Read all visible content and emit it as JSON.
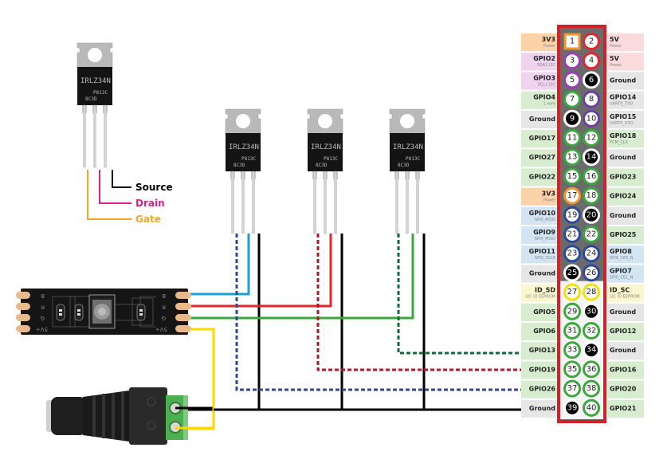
{
  "legend": {
    "source": {
      "label": "Source",
      "color": "#000000"
    },
    "drain": {
      "label": "Drain",
      "color": "#e0218a"
    },
    "gate": {
      "label": "Gate",
      "color": "#f5a623"
    }
  },
  "mosfet": {
    "part": "IRLZ34N",
    "code1": "P813C",
    "code2": "8C3D"
  },
  "mosfets": [
    {
      "id": "reference",
      "role": "pinout reference"
    },
    {
      "id": "blue-channel",
      "gate_color": "#2b4a9a",
      "drain_color": "#1aa0d8",
      "source_color": "#000000"
    },
    {
      "id": "red-channel",
      "gate_color": "#b0182a",
      "drain_color": "#e3262d",
      "source_color": "#000000"
    },
    {
      "id": "green-channel",
      "gate_color": "#0c6b36",
      "drain_color": "#3aa83c",
      "source_color": "#000000"
    }
  ],
  "led_strip": {
    "pads_left": [
      "B",
      "R",
      "G",
      "5V+"
    ],
    "pads_right": [
      "B",
      "R",
      "G",
      "5V+"
    ]
  },
  "wires": {
    "blue": "#1aa0d8",
    "red": "#e3262d",
    "green": "#3aa83c",
    "power": "#ffd700",
    "ground": "#000000",
    "gate_blue": "#2b4a9a",
    "gate_red": "#b0182a",
    "gate_green": "#0c6b36"
  },
  "connections": [
    {
      "from": "GPIO13",
      "pin": 33,
      "to": "green-channel gate"
    },
    {
      "from": "GPIO19",
      "pin": 35,
      "to": "red-channel gate"
    },
    {
      "from": "GPIO26",
      "pin": 37,
      "to": "blue-channel gate"
    },
    {
      "from": "Ground",
      "pin": 39,
      "to": "common ground"
    }
  ],
  "header": {
    "border_color": "#d42027",
    "rows": [
      {
        "left": {
          "name": "3V3",
          "sub": "Power",
          "type": "p33"
        },
        "pins": [
          {
            "n": "1",
            "type": "p33sq"
          },
          {
            "n": "2",
            "type": "p5"
          }
        ],
        "right": {
          "name": "5V",
          "sub": "Power",
          "type": "p5"
        }
      },
      {
        "left": {
          "name": "GPIO2",
          "sub": "SDA1 I2C",
          "type": "i2c"
        },
        "pins": [
          {
            "n": "3",
            "type": "i2c"
          },
          {
            "n": "4",
            "type": "p5"
          }
        ],
        "right": {
          "name": "5V",
          "sub": "Power",
          "type": "p5"
        }
      },
      {
        "left": {
          "name": "GPIO3",
          "sub": "SCL1 I2C",
          "type": "i2c"
        },
        "pins": [
          {
            "n": "5",
            "type": "i2c"
          },
          {
            "n": "6",
            "type": "gnd"
          }
        ],
        "right": {
          "name": "Ground",
          "sub": "",
          "type": "gnd"
        }
      },
      {
        "left": {
          "name": "GPIO4",
          "sub": "1-wire",
          "type": "gpio"
        },
        "pins": [
          {
            "n": "7",
            "type": "gpio"
          },
          {
            "n": "8",
            "type": "uart"
          }
        ],
        "right": {
          "name": "GPIO14",
          "sub": "UART0_TXD",
          "type": "gnd"
        }
      },
      {
        "left": {
          "name": "Ground",
          "sub": "",
          "type": "gnd"
        },
        "pins": [
          {
            "n": "9",
            "type": "gnd"
          },
          {
            "n": "10",
            "type": "uart"
          }
        ],
        "right": {
          "name": "GPIO15",
          "sub": "UART0_RXD",
          "type": "gnd"
        }
      },
      {
        "left": {
          "name": "GPIO17",
          "sub": "",
          "type": "gpio"
        },
        "pins": [
          {
            "n": "11",
            "type": "gpio"
          },
          {
            "n": "12",
            "type": "gpio"
          }
        ],
        "right": {
          "name": "GPIO18",
          "sub": "PCM_CLK",
          "type": "gpio"
        }
      },
      {
        "left": {
          "name": "GPIO27",
          "sub": "",
          "type": "gpio"
        },
        "pins": [
          {
            "n": "13",
            "type": "gpio"
          },
          {
            "n": "14",
            "type": "gnd"
          }
        ],
        "right": {
          "name": "Ground",
          "sub": "",
          "type": "gnd"
        }
      },
      {
        "left": {
          "name": "GPIO22",
          "sub": "",
          "type": "gpio"
        },
        "pins": [
          {
            "n": "15",
            "type": "gpio"
          },
          {
            "n": "16",
            "type": "gpio"
          }
        ],
        "right": {
          "name": "GPIO23",
          "sub": "",
          "type": "gpio"
        }
      },
      {
        "left": {
          "name": "3V3",
          "sub": "Power",
          "type": "p33"
        },
        "pins": [
          {
            "n": "17",
            "type": "p33"
          },
          {
            "n": "18",
            "type": "gpio"
          }
        ],
        "right": {
          "name": "GPIO24",
          "sub": "",
          "type": "gpio"
        }
      },
      {
        "left": {
          "name": "GPIO10",
          "sub": "SPI0_MOSI",
          "type": "spi"
        },
        "pins": [
          {
            "n": "19",
            "type": "spi"
          },
          {
            "n": "20",
            "type": "gnd"
          }
        ],
        "right": {
          "name": "Ground",
          "sub": "",
          "type": "gnd"
        }
      },
      {
        "left": {
          "name": "GPIO9",
          "sub": "SPI0_MISO",
          "type": "spi"
        },
        "pins": [
          {
            "n": "21",
            "type": "spi"
          },
          {
            "n": "22",
            "type": "gpio"
          }
        ],
        "right": {
          "name": "GPIO25",
          "sub": "",
          "type": "gpio"
        }
      },
      {
        "left": {
          "name": "GPIO11",
          "sub": "SPI0_SCLK",
          "type": "spi"
        },
        "pins": [
          {
            "n": "23",
            "type": "spi"
          },
          {
            "n": "24",
            "type": "spi"
          }
        ],
        "right": {
          "name": "GPIO8",
          "sub": "SPI0_CE0_N",
          "type": "spi"
        }
      },
      {
        "left": {
          "name": "Ground",
          "sub": "",
          "type": "gnd"
        },
        "pins": [
          {
            "n": "25",
            "type": "gnd"
          },
          {
            "n": "26",
            "type": "spi"
          }
        ],
        "right": {
          "name": "GPIO7",
          "sub": "SPI0_CE1_N",
          "type": "spi"
        }
      },
      {
        "left": {
          "name": "ID_SD",
          "sub": "I2C ID EEPROM",
          "type": "eep"
        },
        "pins": [
          {
            "n": "27",
            "type": "eep"
          },
          {
            "n": "28",
            "type": "eep"
          }
        ],
        "right": {
          "name": "ID_SC",
          "sub": "I2C ID EEPROM",
          "type": "eep"
        }
      },
      {
        "left": {
          "name": "GPIO5",
          "sub": "",
          "type": "gpio"
        },
        "pins": [
          {
            "n": "29",
            "type": "gpio"
          },
          {
            "n": "30",
            "type": "gnd"
          }
        ],
        "right": {
          "name": "Ground",
          "sub": "",
          "type": "gnd"
        }
      },
      {
        "left": {
          "name": "GPIO6",
          "sub": "",
          "type": "gpio"
        },
        "pins": [
          {
            "n": "31",
            "type": "gpio"
          },
          {
            "n": "32",
            "type": "gpio"
          }
        ],
        "right": {
          "name": "GPIO12",
          "sub": "",
          "type": "gpio"
        }
      },
      {
        "left": {
          "name": "GPIO13",
          "sub": "",
          "type": "gpio"
        },
        "pins": [
          {
            "n": "33",
            "type": "gpio"
          },
          {
            "n": "34",
            "type": "gnd"
          }
        ],
        "right": {
          "name": "Ground",
          "sub": "",
          "type": "gnd"
        }
      },
      {
        "left": {
          "name": "GPIO19",
          "sub": "",
          "type": "gpio"
        },
        "pins": [
          {
            "n": "35",
            "type": "gpio"
          },
          {
            "n": "36",
            "type": "gpio"
          }
        ],
        "right": {
          "name": "GPIO16",
          "sub": "",
          "type": "gpio"
        }
      },
      {
        "left": {
          "name": "GPIO26",
          "sub": "",
          "type": "gpio"
        },
        "pins": [
          {
            "n": "37",
            "type": "gpio"
          },
          {
            "n": "38",
            "type": "gpio"
          }
        ],
        "right": {
          "name": "GPIO20",
          "sub": "",
          "type": "gpio"
        }
      },
      {
        "left": {
          "name": "Ground",
          "sub": "",
          "type": "gnd"
        },
        "pins": [
          {
            "n": "39",
            "type": "gnd"
          },
          {
            "n": "40",
            "type": "gpio"
          }
        ],
        "right": {
          "name": "GPIO21",
          "sub": "",
          "type": "gpio"
        }
      }
    ]
  },
  "palette": {
    "p33": {
      "bg": "#fcd2a8",
      "ring": "#f0932b"
    },
    "p5": {
      "bg": "#fadadd",
      "ring": "#e3262d"
    },
    "i2c": {
      "bg": "#efd3ef",
      "ring": "#9b3fb5"
    },
    "gpio": {
      "bg": "#d8ecd0",
      "ring": "#3aa83c"
    },
    "gnd": {
      "bg": "#e6e6e6",
      "ring": "#000000"
    },
    "uart": {
      "bg": "#e6e6e6",
      "ring": "#6a3fa0"
    },
    "spi": {
      "bg": "#d3e5f3",
      "ring": "#2b4a9a"
    },
    "eep": {
      "bg": "#fbf6d0",
      "ring": "#f0e010"
    }
  }
}
